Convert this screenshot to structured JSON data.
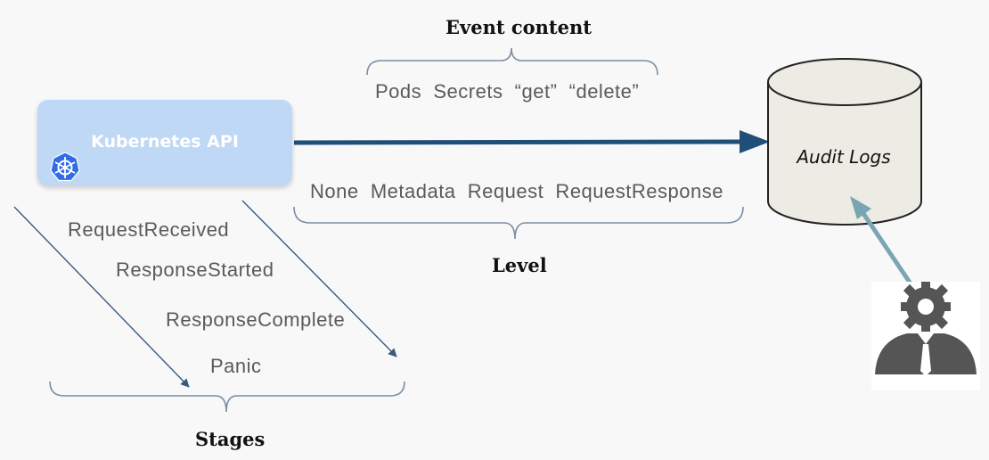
{
  "diagram": {
    "api_box": {
      "label": "Kubernetes API",
      "icon": "kubernetes-helm-icon"
    },
    "audit_store": {
      "label": "Audit Logs",
      "icon": "database-cylinder-icon"
    },
    "event_content": {
      "title": "Event content",
      "items_text": "Pods  Secrets  “get”  “delete”"
    },
    "level": {
      "title": "Level",
      "items_text": "None  Metadata  Request  RequestResponse"
    },
    "stages": {
      "title": "Stages",
      "items": [
        "RequestReceived",
        "ResponseStarted",
        "ResponseComplete",
        "Panic"
      ]
    },
    "admin_icon": "admin-gear-person-icon",
    "colors": {
      "api_box": "#bfd8f5",
      "main_arrow": "#1f4e79",
      "thin_arrow": "#3a5a7e",
      "brace": "#7b8ea3",
      "cylinder_fill": "#ecebe4",
      "admin_arrow": "#7aa6b4",
      "admin_figure": "#555555"
    }
  }
}
